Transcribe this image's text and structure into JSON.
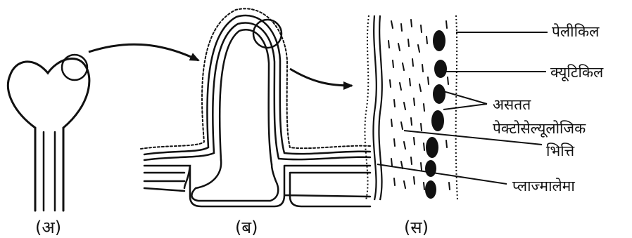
{
  "panels": {
    "a": "(अ)",
    "b": "(ब)",
    "c": "(स)"
  },
  "annotations": {
    "pellicle": "पेलीकिल",
    "cuticle": "क्यूटिकिल",
    "discontinuous": "असतत",
    "pectocellulosic": "पेक्टोसेल्यूलोजिक",
    "wall": "भित्ति",
    "plasmalemma": "प्लाज्मालेमा"
  }
}
